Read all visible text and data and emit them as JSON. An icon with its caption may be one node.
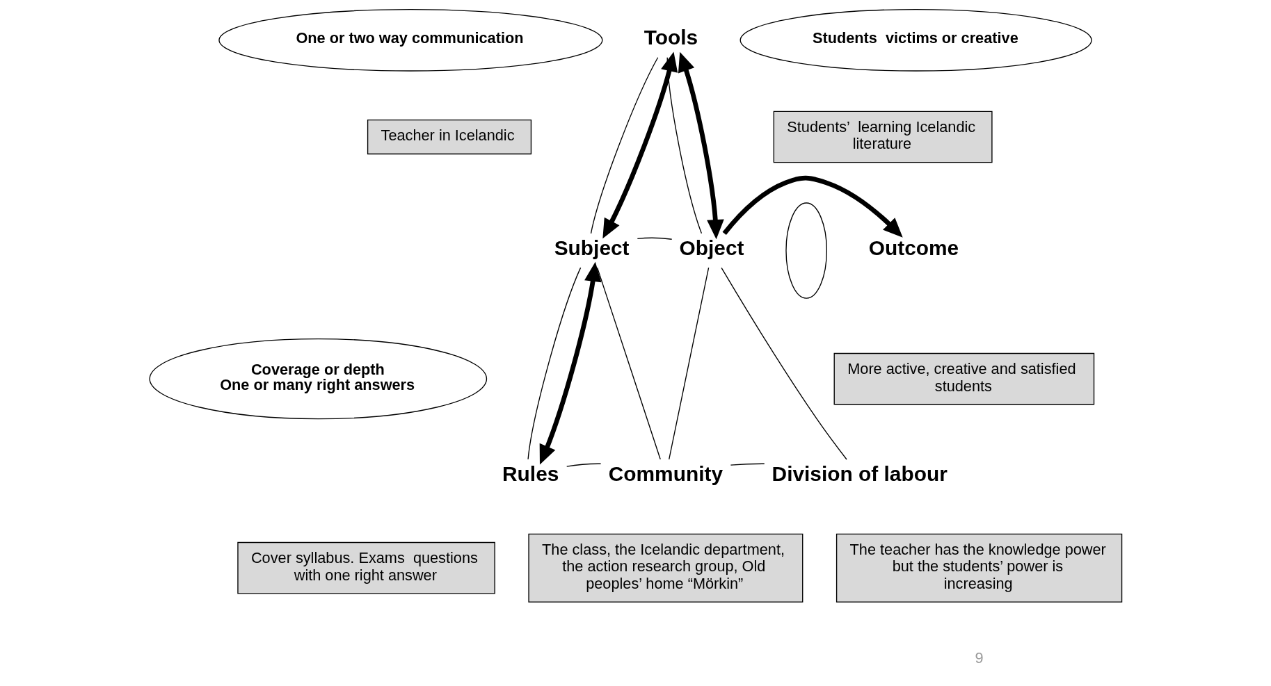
{
  "diagram": {
    "nodes": [
      {
        "text": [
          "Tools"
        ]
      },
      {
        "text": [
          "Students  victims or creative"
        ]
      },
      {
        "text": [
          "One or two way communication"
        ]
      },
      {
        "text": [
          "Teacher in Icelandic"
        ]
      },
      {
        "text": [
          "Subject"
        ]
      },
      {
        "text": [
          "Students’  learning Icelandic literature"
        ]
      },
      {
        "text": [
          "Object"
        ]
      },
      {
        "text": [],
        "shape": "ellipse"
      },
      {
        "text": [
          "Outcome"
        ]
      },
      {
        "text": [
          "More active, creative and satisfied students"
        ]
      },
      {
        "text": [
          "Coverage or depth",
          "One or many right answers"
        ]
      },
      {
        "text": [
          "Rules"
        ]
      },
      {
        "text": [
          "Cover syllabus. Exams  questions with one right answer"
        ]
      },
      {
        "text": [
          "Community"
        ]
      },
      {
        "text": [
          "The class, the Icelandic department, the action research group, Old peoples’ home “Mörkin”"
        ]
      },
      {
        "text": [
          "Division of labour"
        ]
      },
      {
        "text": [
          "The teacher has the knowledge power but the students’ power is increasing"
        ]
      }
    ],
    "edges": [
      {
        "from": 0,
        "to": 4,
        "arrow": "none"
      },
      {
        "from": 0,
        "to": 6,
        "arrow": "none"
      },
      {
        "from": 4,
        "to": 6,
        "arrow": "none"
      },
      {
        "from": 4,
        "to": 11,
        "arrow": "none"
      },
      {
        "from": 6,
        "to": 15,
        "arrow": "none"
      },
      {
        "from": 4,
        "to": 13,
        "arrow": "none"
      },
      {
        "from": 6,
        "to": 13,
        "arrow": "none"
      },
      {
        "from": 11,
        "to": 13,
        "arrow": "none"
      },
      {
        "from": 13,
        "to": 15,
        "arrow": "none"
      },
      {
        "from": 0,
        "to": 4,
        "arrow": "both",
        "style": "thick"
      },
      {
        "from": 0,
        "to": 6,
        "arrow": "both",
        "style": "thick"
      },
      {
        "from": 4,
        "to": 11,
        "arrow": "both",
        "style": "thick"
      },
      {
        "from": 6,
        "to": 8,
        "arrow": "to",
        "style": "thick"
      }
    ],
    "labels": [
      "9"
    ]
  }
}
